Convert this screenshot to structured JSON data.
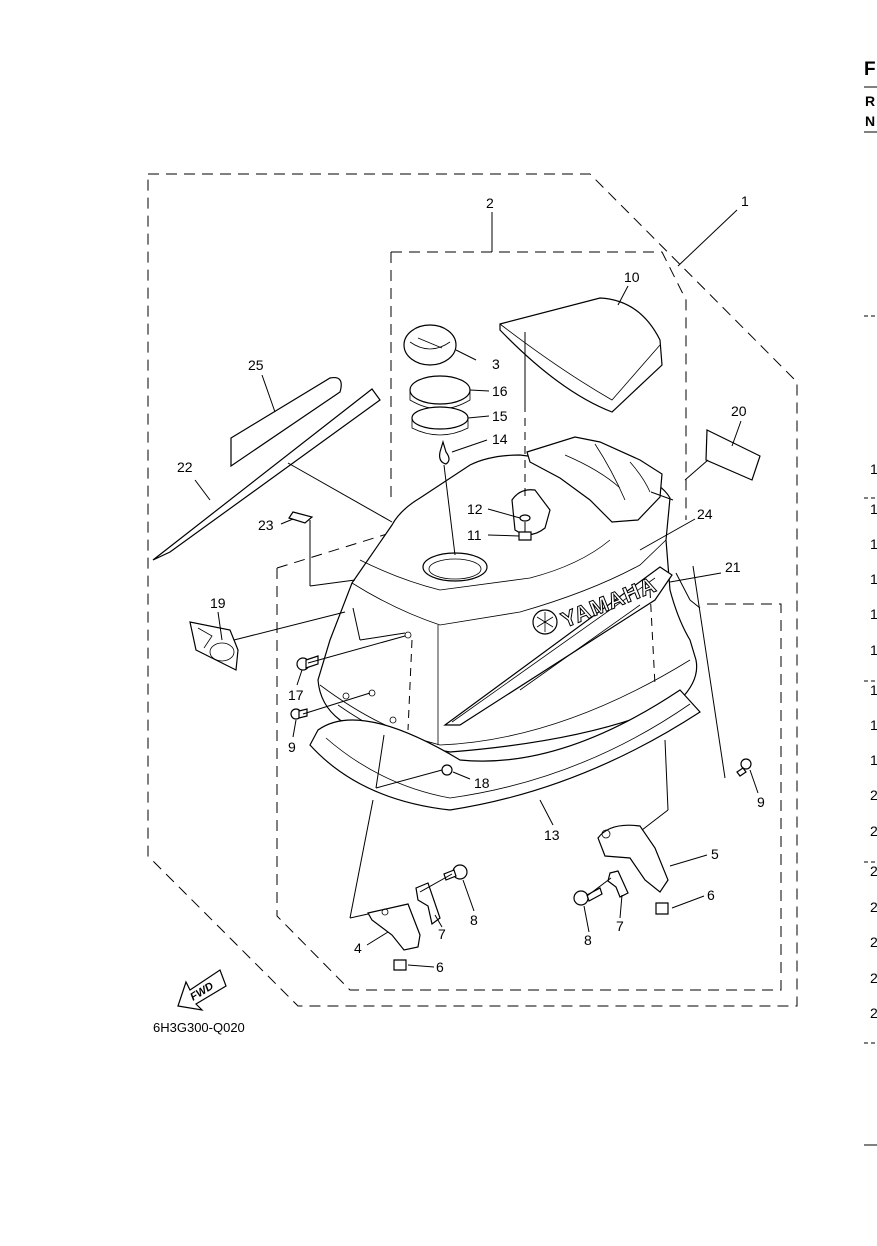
{
  "diagram_code": "6H3G300-Q020",
  "fwd_label": "FWD",
  "brand_logo": "YAMAHA",
  "header_letters": [
    "F",
    "R",
    "N"
  ],
  "callouts": {
    "c1": "1",
    "c2": "2",
    "c3": "3",
    "c4": "4",
    "c5": "5",
    "c6a": "6",
    "c6b": "6",
    "c7a": "7",
    "c7b": "7",
    "c8a": "8",
    "c8b": "8",
    "c9a": "9",
    "c9b": "9",
    "c10": "10",
    "c11": "11",
    "c12": "12",
    "c13": "13",
    "c14": "14",
    "c15": "15",
    "c16": "16",
    "c17": "17",
    "c18": "18",
    "c19": "19",
    "c20": "20",
    "c21": "21",
    "c22": "22",
    "c23": "23",
    "c24": "24",
    "c25": "25"
  },
  "right_edge_numbers": [
    "1",
    "1",
    "1",
    "1",
    "1",
    "1",
    "1",
    "1",
    "1",
    "2",
    "2",
    "2",
    "2",
    "2",
    "2"
  ]
}
